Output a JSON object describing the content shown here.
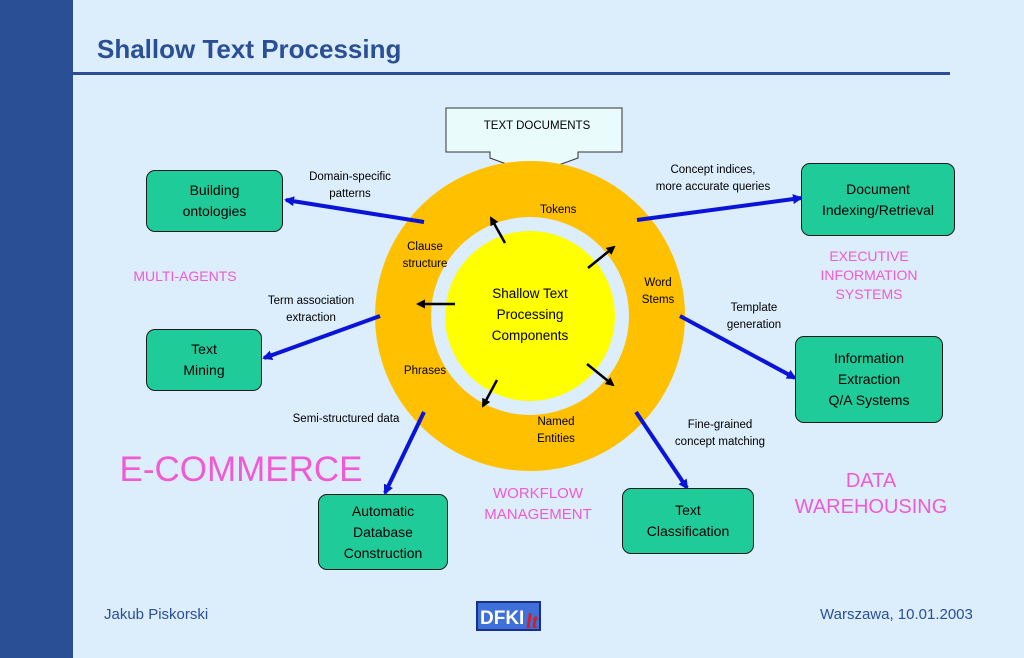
{
  "header": {
    "title": "Shallow Text Processing"
  },
  "input_box": {
    "label": "TEXT DOCUMENTS"
  },
  "center": {
    "label": "Shallow Text\nProcessing\nComponents"
  },
  "ring_labels": {
    "tokens": "Tokens",
    "clause": "Clause\nstructure",
    "word_stems": "Word\nStems",
    "phrases": "Phrases",
    "named_entities": "Named\nEntities"
  },
  "boxes": {
    "ontologies": "Building\nontologies",
    "text_mining": "Text\nMining",
    "database": "Automatic\nDatabase\nConstruction",
    "indexing": "Document\nIndexing/Retrieval",
    "extraction": "Information\nExtraction\nQ/A Systems",
    "classification": "Text\nClassification"
  },
  "arrow_labels": {
    "domain": "Domain-specific\npatterns",
    "term": "Term association\nextraction",
    "semi": "Semi-structured data",
    "concept": "Concept indices,\nmore accurate queries",
    "template": "Template\ngeneration",
    "fine": "Fine-grained\nconcept matching"
  },
  "applications": {
    "multi_agents": "MULTI-AGENTS",
    "ecommerce": "E-COMMERCE",
    "workflow": "WORKFLOW\nMANAGEMENT",
    "executive": "EXECUTIVE\nINFORMATION\nSYSTEMS",
    "data_warehousing": "DATA\nWAREHOUSING"
  },
  "footer": {
    "author": "Jakub Piskorski",
    "place_date": "Warszawa, 10.01.2003"
  },
  "logo": {
    "text": "DFKI",
    "suffix": "lt"
  },
  "colors": {
    "background": "#dcedfb",
    "sidebar": "#2b4f95",
    "title": "#2b4f95",
    "ring": "#ffc000",
    "center": "#ffff00",
    "box": "#1fcc99",
    "arrow": "#0a14d8",
    "pink": "#f05ad2"
  }
}
